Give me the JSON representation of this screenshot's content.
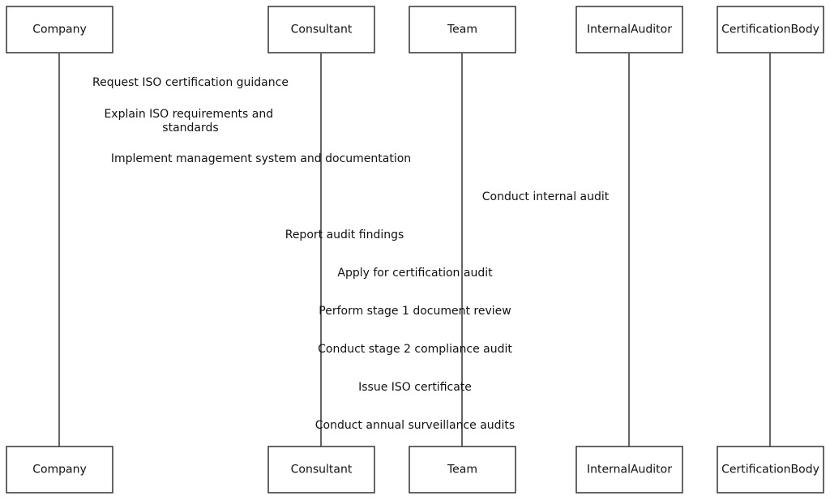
{
  "colors": {
    "background": "#ffffff",
    "stroke": "#333333",
    "text": "#111111"
  },
  "actors": [
    {
      "id": "company",
      "label": "Company"
    },
    {
      "id": "consultant",
      "label": "Consultant"
    },
    {
      "id": "team",
      "label": "Team"
    },
    {
      "id": "internal-auditor",
      "label": "InternalAuditor"
    },
    {
      "id": "certification-body",
      "label": "CertificationBody"
    }
  ],
  "messages": [
    {
      "text": [
        "Request ISO certification guidance"
      ]
    },
    {
      "text": [
        "Explain ISO requirements and",
        "standards"
      ]
    },
    {
      "text": [
        "Implement management system and documentation"
      ]
    },
    {
      "text": [
        "Conduct internal audit"
      ]
    },
    {
      "text": [
        "Report audit findings"
      ]
    },
    {
      "text": [
        "Apply for certification audit"
      ]
    },
    {
      "text": [
        "Perform stage 1 document review"
      ]
    },
    {
      "text": [
        "Conduct stage 2 compliance audit"
      ]
    },
    {
      "text": [
        "Issue ISO certificate"
      ]
    },
    {
      "text": [
        "Conduct annual surveillance audits"
      ]
    }
  ]
}
